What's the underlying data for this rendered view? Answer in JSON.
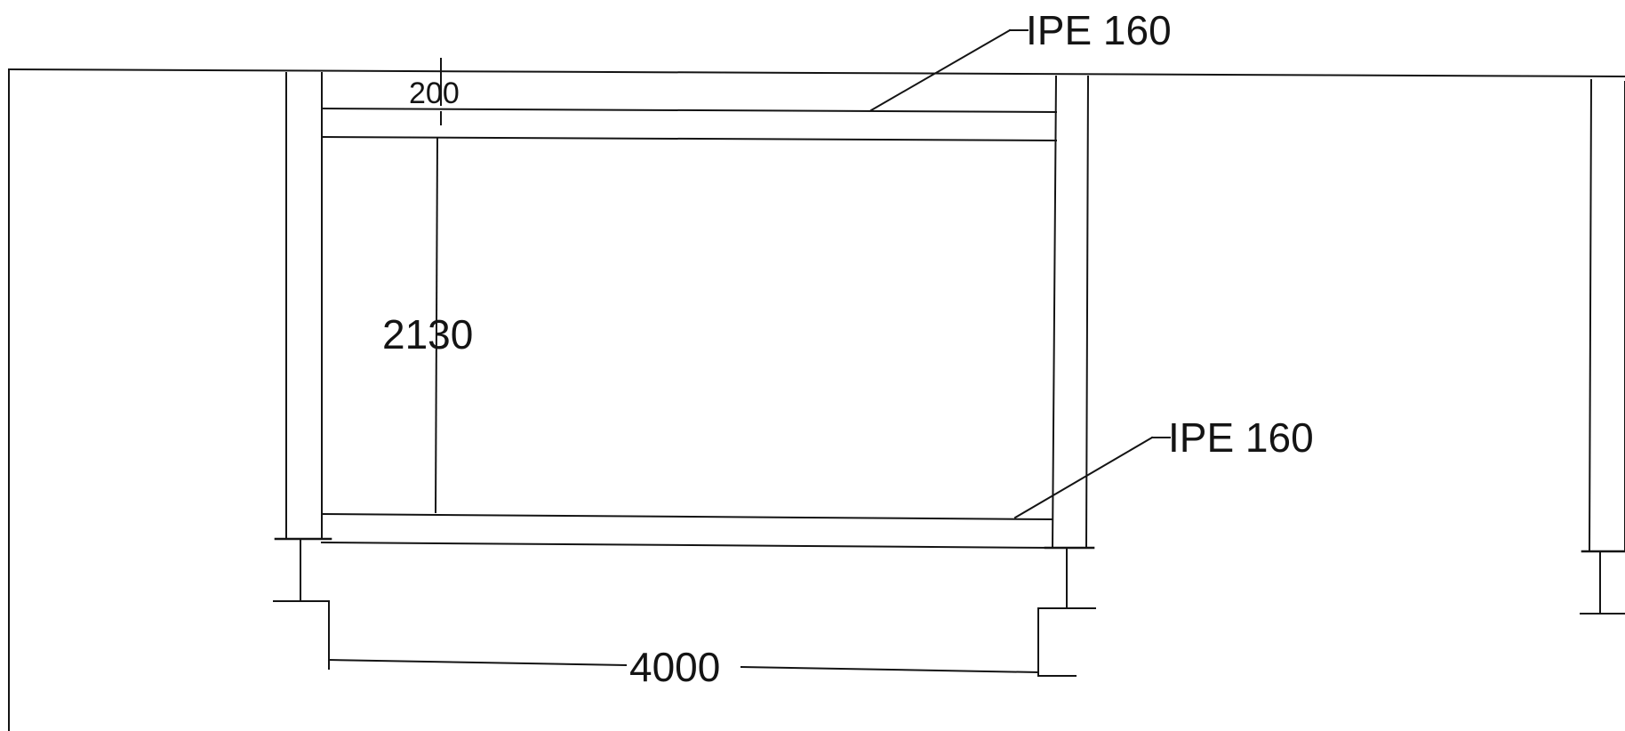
{
  "labels": {
    "top_beam": "IPE 160",
    "bottom_beam": "IPE 160",
    "clear_height": "2130",
    "beam_depth": "200",
    "span": "4000"
  },
  "colors": {
    "line": "#141414",
    "background": "#ffffff"
  }
}
